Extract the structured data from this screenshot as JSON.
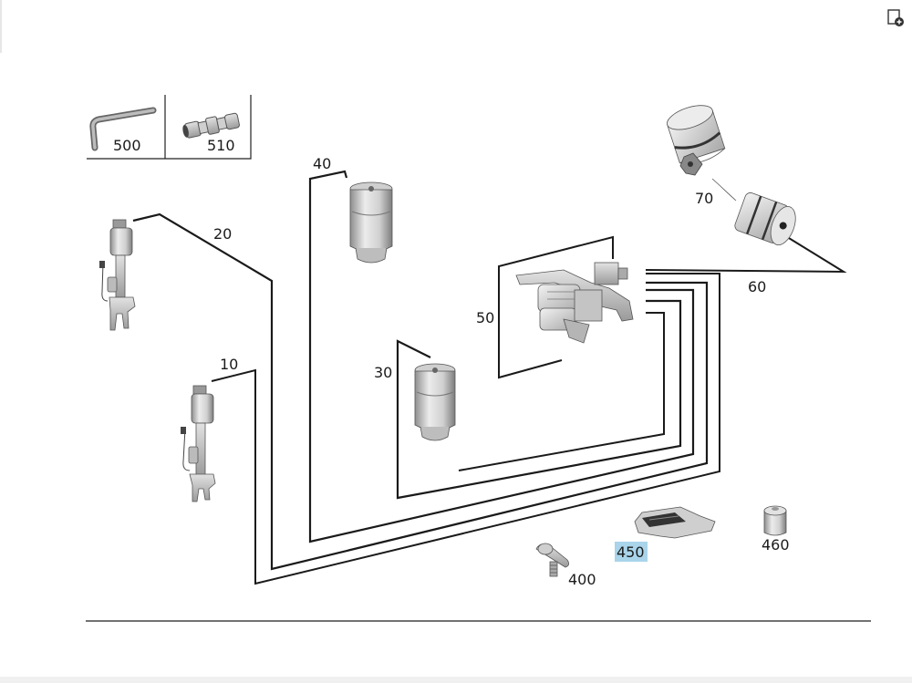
{
  "toolbar": {
    "add_icon": "add-to-list-icon"
  },
  "labels": {
    "p10": "10",
    "p20": "20",
    "p30": "30",
    "p40": "40",
    "p50": "50",
    "p60": "60",
    "p70": "70",
    "p400": "400",
    "p450": "450",
    "p460": "460",
    "p500": "500",
    "p510": "510"
  },
  "highlight": {
    "part": "450",
    "color": "#a9d4ea"
  }
}
